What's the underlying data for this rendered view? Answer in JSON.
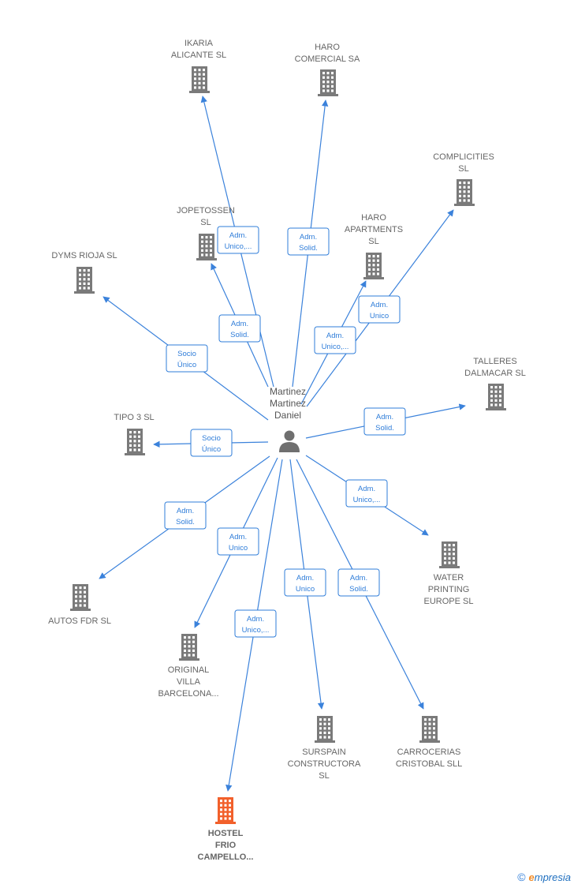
{
  "colors": {
    "edge": "#3b82db",
    "building": "#7a7a7a",
    "highlight": "#f2602b",
    "label": "#666666"
  },
  "center": {
    "label_lines": [
      "Martinez",
      "Martinez",
      "Daniel"
    ],
    "icon": "person-icon"
  },
  "nodes": [
    {
      "id": "ikaria",
      "label_lines": [
        "IKARIA",
        "ALICANTE  SL"
      ],
      "icon": "building-icon",
      "highlight": false
    },
    {
      "id": "haro_comercial",
      "label_lines": [
        "HARO",
        "COMERCIAL SA"
      ],
      "icon": "building-icon",
      "highlight": false
    },
    {
      "id": "complicities",
      "label_lines": [
        "COMPLICITIES",
        "SL"
      ],
      "icon": "building-icon",
      "highlight": false
    },
    {
      "id": "jopetossen",
      "label_lines": [
        "JOPETOSSEN",
        "SL"
      ],
      "icon": "building-icon",
      "highlight": false
    },
    {
      "id": "haro_apartments",
      "label_lines": [
        "HARO",
        "APARTMENTS",
        "SL"
      ],
      "icon": "building-icon",
      "highlight": false
    },
    {
      "id": "dyms",
      "label_lines": [
        "DYMS RIOJA SL"
      ],
      "icon": "building-icon",
      "highlight": false
    },
    {
      "id": "talleres",
      "label_lines": [
        "TALLERES",
        "DALMACAR  SL"
      ],
      "icon": "building-icon",
      "highlight": false
    },
    {
      "id": "tipo3",
      "label_lines": [
        "TIPO 3  SL"
      ],
      "icon": "building-icon",
      "highlight": false
    },
    {
      "id": "water",
      "label_lines": [
        "WATER",
        "PRINTING",
        "EUROPE  SL"
      ],
      "icon": "building-icon",
      "highlight": false
    },
    {
      "id": "autos",
      "label_lines": [
        "AUTOS FDR  SL"
      ],
      "icon": "building-icon",
      "highlight": false
    },
    {
      "id": "original",
      "label_lines": [
        "ORIGINAL",
        "VILLA",
        "BARCELONA..."
      ],
      "icon": "building-icon",
      "highlight": false
    },
    {
      "id": "surspain",
      "label_lines": [
        "SURSPAIN",
        "CONSTRUCTORA",
        "SL"
      ],
      "icon": "building-icon",
      "highlight": false
    },
    {
      "id": "carrocerias",
      "label_lines": [
        "CARROCERIAS",
        "CRISTOBAL SLL"
      ],
      "icon": "building-icon",
      "highlight": false
    },
    {
      "id": "hostel",
      "label_lines": [
        "HOSTEL",
        "FRIO",
        "CAMPELLO..."
      ],
      "icon": "building-icon",
      "highlight": true
    }
  ],
  "edges": [
    {
      "target": "ikaria",
      "label_lines": [
        "Adm.",
        "Unico,..."
      ]
    },
    {
      "target": "haro_comercial",
      "label_lines": [
        "Adm.",
        "Solid."
      ]
    },
    {
      "target": "complicities",
      "label_lines": [
        "Adm.",
        "Unico"
      ]
    },
    {
      "target": "jopetossen",
      "label_lines": [
        "Adm.",
        "Solid."
      ]
    },
    {
      "target": "haro_apartments",
      "label_lines": [
        "Adm.",
        "Unico,..."
      ]
    },
    {
      "target": "dyms",
      "label_lines": [
        "Socio",
        "Único"
      ]
    },
    {
      "target": "talleres",
      "label_lines": [
        "Adm.",
        "Solid."
      ]
    },
    {
      "target": "tipo3",
      "label_lines": [
        "Socio",
        "Único"
      ]
    },
    {
      "target": "water",
      "label_lines": [
        "Adm.",
        "Unico,..."
      ]
    },
    {
      "target": "autos",
      "label_lines": [
        "Adm.",
        "Solid."
      ]
    },
    {
      "target": "original",
      "label_lines": [
        "Adm.",
        "Unico"
      ]
    },
    {
      "target": "surspain",
      "label_lines": [
        "Adm.",
        "Unico"
      ]
    },
    {
      "target": "carrocerias",
      "label_lines": [
        "Adm.",
        "Solid."
      ]
    },
    {
      "target": "hostel",
      "label_lines": [
        "Adm.",
        "Unico,..."
      ]
    }
  ],
  "footer": {
    "copyright_symbol": "©",
    "brand_initial": "e",
    "brand_rest": "mpresia"
  }
}
